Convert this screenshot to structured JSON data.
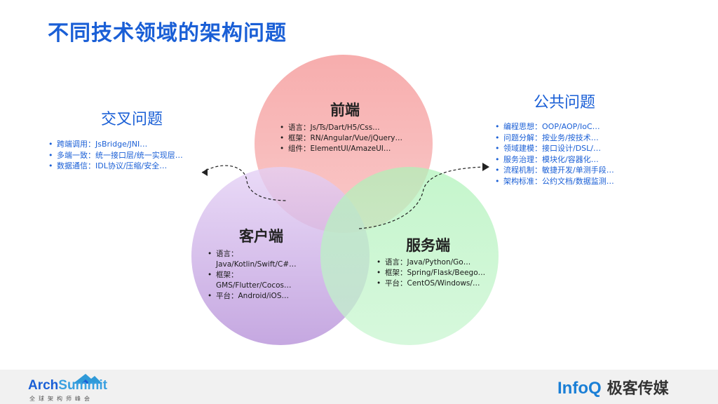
{
  "title": "不同技术领域的架构问题",
  "frontend": {
    "title": "前端",
    "items": [
      "语言：Js/Ts/Dart/H5/Css…",
      "框架：RN/Angular/Vue/jQuery…",
      "组件：ElementUI/AmazeUI…"
    ]
  },
  "client": {
    "title": "客户端",
    "items": [
      "语言：",
      "Java/Kotlin/Swift/C#…",
      "框架：",
      "GMS/Flutter/Cocos…",
      "平台：Android/iOS…"
    ]
  },
  "server": {
    "title": "服务端",
    "items": [
      "语言：Java/Python/Go…",
      "框架：Spring/Flask/Beego…",
      "平台：CentOS/Windows/…"
    ]
  },
  "cross": {
    "title": "交叉问题",
    "items": [
      "跨端调用：JsBridge/JNI…",
      "多端一致：统一接口层/统一实现层…",
      "数据通信：IDL协议/压缩/安全…"
    ]
  },
  "common": {
    "title": "公共问题",
    "items": [
      "编程思想：OOP/AOP/IoC…",
      "问题分解：按业务/按技术…",
      "领域建模：接口设计/DSL/…",
      "服务治理：模块化/容器化…",
      "流程机制：敏捷开发/单测手段…",
      "架构标准：公约文档/数据监测…"
    ]
  },
  "footer": {
    "arch_a": "Arch",
    "arch_b": "Summit",
    "arch_sub": "全球架构师峰会",
    "infoq": "InfoQ",
    "infoq_cn": "极客传媒"
  },
  "colors": {
    "title": "#1a5fd6",
    "frontend_circle": "#f4a0a0",
    "client_circle": "#c9a6e6",
    "server_circle": "#a6efb2"
  }
}
